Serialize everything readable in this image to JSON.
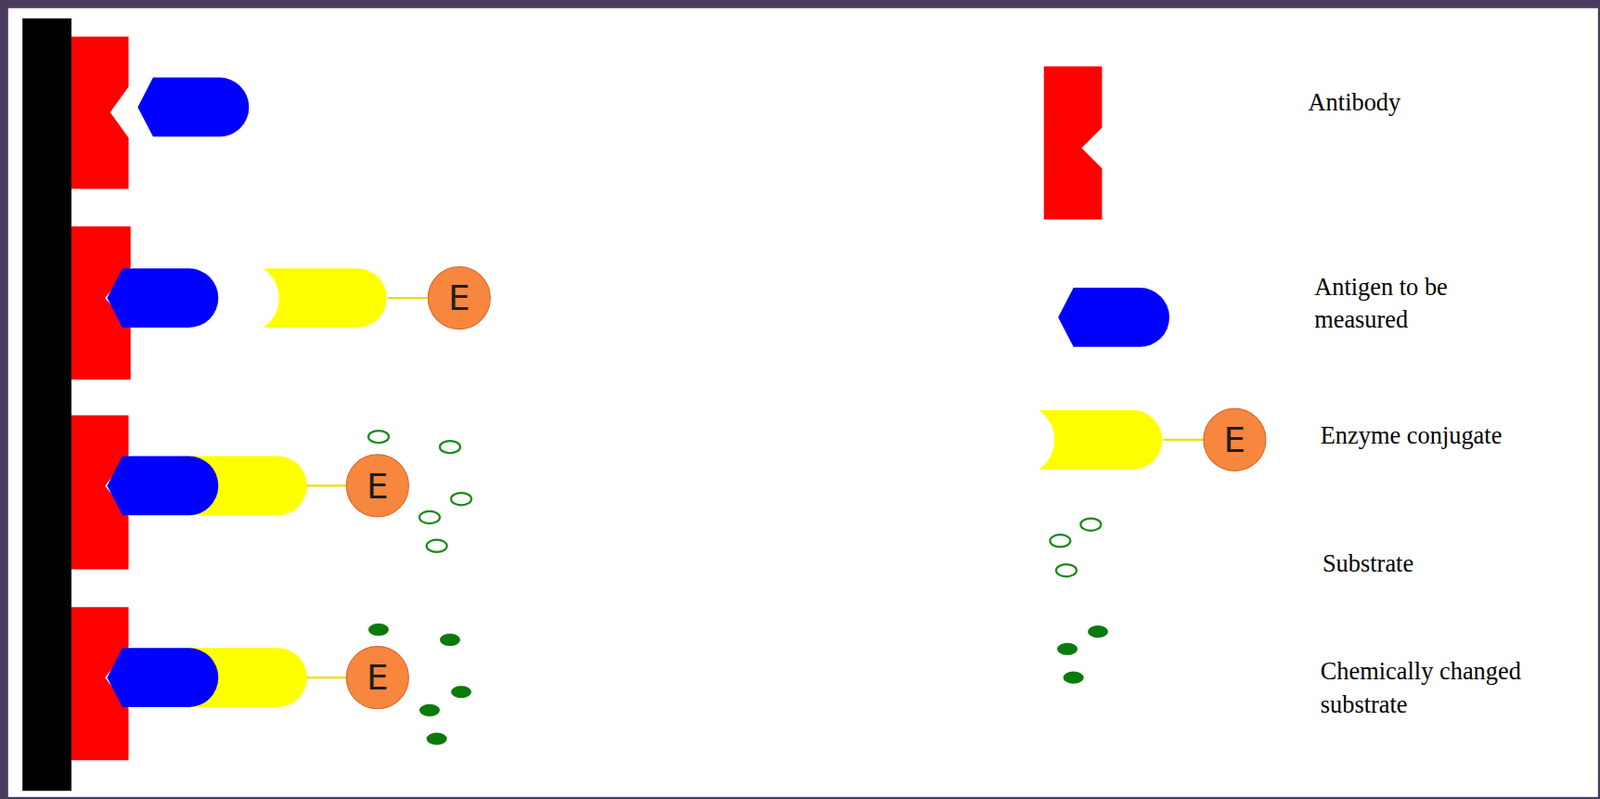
{
  "diagram": {
    "nodes": [
      {
        "text": [
          "E"
        ]
      },
      {
        "text": [
          "E"
        ]
      },
      {
        "text": [
          "E"
        ]
      },
      {
        "text": [
          "E"
        ]
      }
    ],
    "legend": [
      {
        "text": "Antibody"
      },
      {
        "text": "Antigen to be measured"
      },
      {
        "text": "Enzyme conjugate"
      },
      {
        "text": "Substrate"
      },
      {
        "text": "Chemically changed substrate"
      }
    ]
  }
}
